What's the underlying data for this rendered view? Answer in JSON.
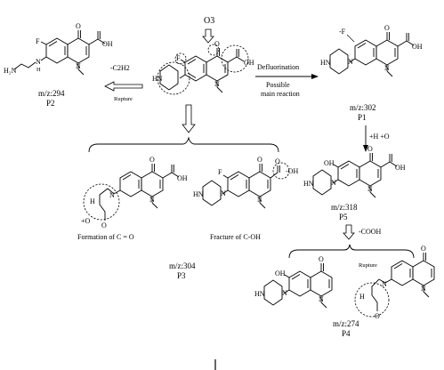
{
  "reagent": "O3",
  "center_labels": {
    "F": "F",
    "O": "O",
    "OH": "OH",
    "HN": "HN",
    "N": "N"
  },
  "arrows": {
    "left_top": "-C2H2",
    "left_bottom": "Rupture",
    "right_top": "Defluorination",
    "right_bottom1": "Possible",
    "right_bottom2": "main reaction",
    "down_p1_p5": "+H +O",
    "down_p5_p4": "-COOH"
  },
  "products": {
    "P2": {
      "mz": "m/z:294",
      "name": "P2",
      "labels": {
        "F": "F",
        "O": "O",
        "OH": "OH",
        "H2N": "H₂N",
        "NH": "N",
        "N": "N",
        "H": "H"
      }
    },
    "P1": {
      "mz": "m/z:302",
      "name": "P1",
      "labels": {
        "minusF": "-F",
        "O": "O",
        "OH": "OH",
        "HN": "HN",
        "N1": "N",
        "N2": "N"
      }
    },
    "P5": {
      "mz": "m/z:318",
      "name": "P5",
      "labels": {
        "OH6": "OH",
        "O": "O",
        "OH": "OH",
        "HN": "HN",
        "N1": "N",
        "N2": "N"
      }
    },
    "P3": {
      "mz": "m/z:304",
      "name": "P3",
      "left": {
        "caption": "Formation of C = O",
        "plusO": "+O",
        "O": "O",
        "OH": "OH",
        "N": "N",
        "H": "H",
        "N2": "N",
        "Oc": "O"
      },
      "right": {
        "caption": "Fracture of C-OH",
        "minusOH": "-OH",
        "F": "F",
        "O": "O",
        "Oc": "O",
        "HN": "HN",
        "N": "N",
        "N2": "N"
      }
    },
    "P4": {
      "mz": "m/z:274",
      "name": "P4",
      "left": {
        "OH": "OH",
        "O": "O",
        "HN": "HN",
        "N": "N",
        "N2": "N"
      },
      "right": {
        "rupture": "Rupture",
        "O": "O",
        "N": "N",
        "H": "H",
        "N2": "N",
        "Oc": "O"
      }
    }
  }
}
